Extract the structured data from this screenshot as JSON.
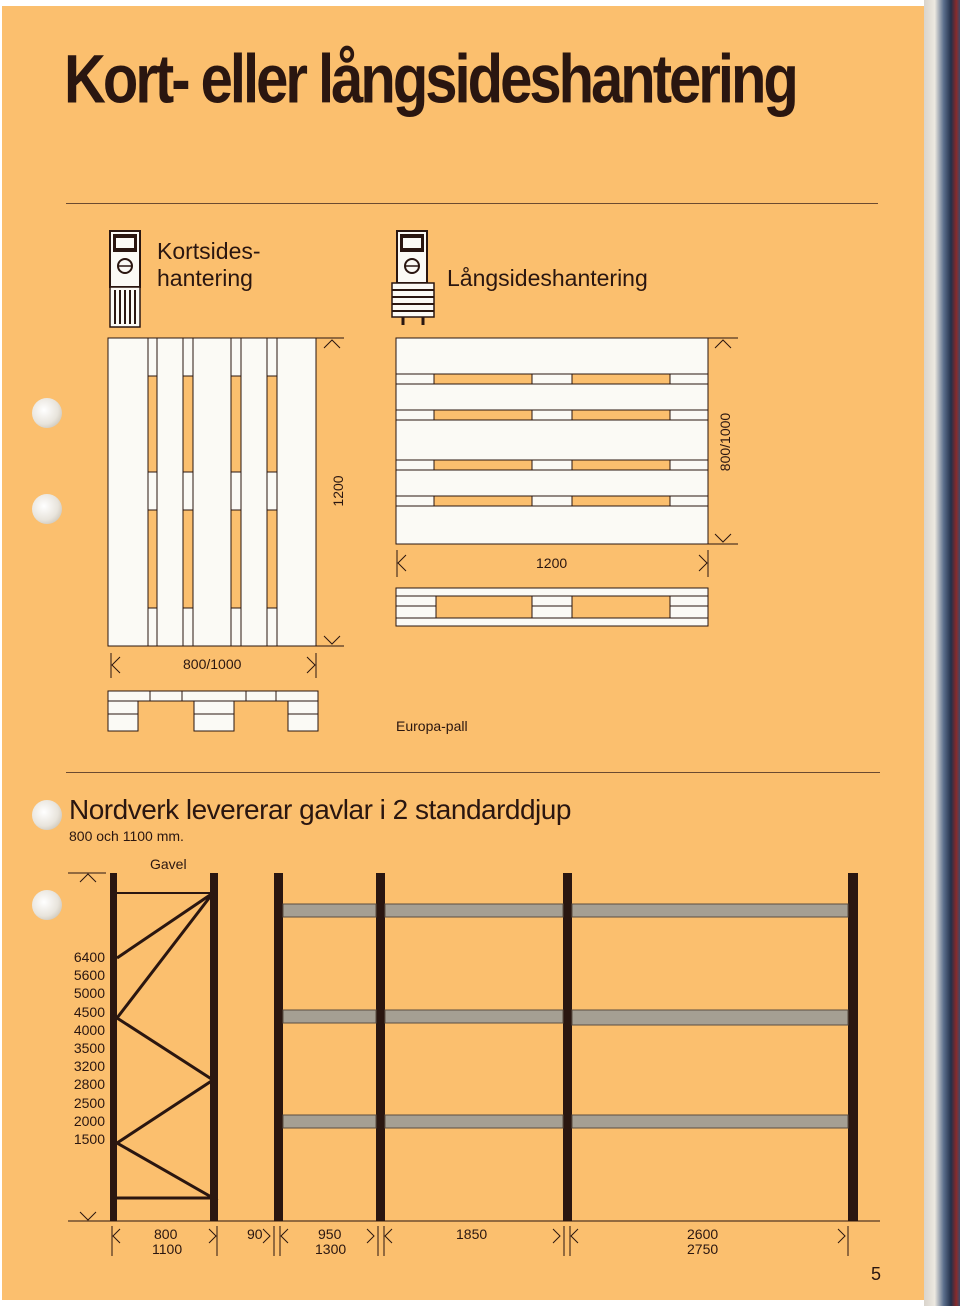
{
  "page": {
    "title": "Kort- eller långsideshantering",
    "page_number": "5"
  },
  "handling": {
    "short_side_label": "Kortsides-\nhantering",
    "long_side_label": "Långsideshantering",
    "short_side_length": "1200",
    "short_side_width": "800/1000",
    "long_side_depth": "800/1000",
    "long_side_length": "1200",
    "pallet_caption": "Europa-pall"
  },
  "section": {
    "heading": "Nordverk levererar gavlar i 2 standarddjup",
    "subheading": "800 och 1100 mm.",
    "gavel_label": "Gavel"
  },
  "rack": {
    "heights": [
      "6400",
      "5600",
      "5000",
      "4500",
      "4000",
      "3500",
      "3200",
      "2800",
      "2500",
      "2000",
      "1500"
    ],
    "depth_values": [
      "800",
      "1100"
    ],
    "gap_value": "90",
    "bay_1": [
      "950",
      "1300"
    ],
    "bay_2": [
      "1850"
    ],
    "bay_3": [
      "2600",
      "2750"
    ]
  },
  "colors": {
    "background": "#fbbf6e",
    "ink": "#2a1610",
    "board": "#fbfaf5",
    "beam": "#a59f93"
  }
}
